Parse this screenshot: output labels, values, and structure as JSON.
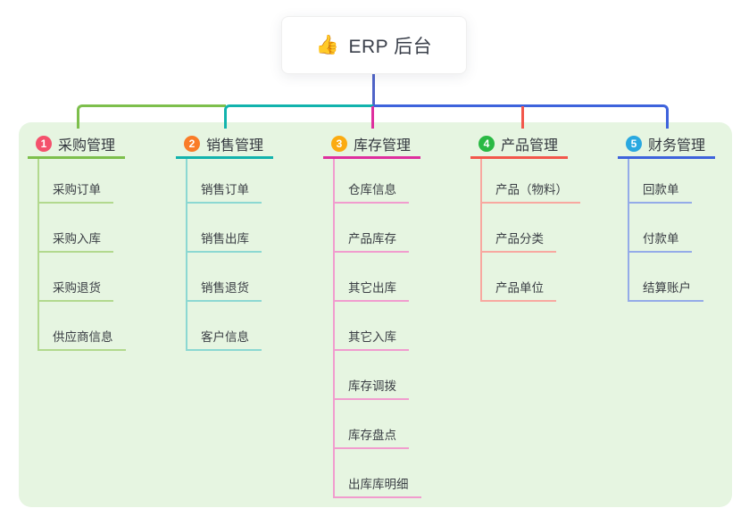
{
  "root": {
    "icon": "👍",
    "label": "ERP 后台"
  },
  "connector": {
    "root_line_color": "#5064c8"
  },
  "branches": [
    {
      "num": "1",
      "label": "采购管理",
      "badge_color": "#f4516c",
      "line_color": "#7dbf4c",
      "child_line_color": "#b2d98e",
      "children": [
        "采购订单",
        "采购入库",
        "采购退货",
        "供应商信息"
      ]
    },
    {
      "num": "2",
      "label": "销售管理",
      "badge_color": "#f97c28",
      "line_color": "#12b3ad",
      "child_line_color": "#8cd8d2",
      "children": [
        "销售订单",
        "销售出库",
        "销售退货",
        "客户信息"
      ]
    },
    {
      "num": "3",
      "label": "库存管理",
      "badge_color": "#fbab11",
      "line_color": "#de2f9e",
      "child_line_color": "#f19cce",
      "children": [
        "仓库信息",
        "产品库存",
        "其它出库",
        "其它入库",
        "库存调拨",
        "库存盘点",
        "出库库明细"
      ]
    },
    {
      "num": "4",
      "label": "产品管理",
      "badge_color": "#2ab944",
      "line_color": "#f2574b",
      "child_line_color": "#f8a8a0",
      "children": [
        "产品（物料）",
        "产品分类",
        "产品单位"
      ]
    },
    {
      "num": "5",
      "label": "财务管理",
      "badge_color": "#29a8e0",
      "line_color": "#3e63dc",
      "child_line_color": "#94abe8",
      "children": [
        "回款单",
        "付款单",
        "结算账户"
      ]
    }
  ]
}
